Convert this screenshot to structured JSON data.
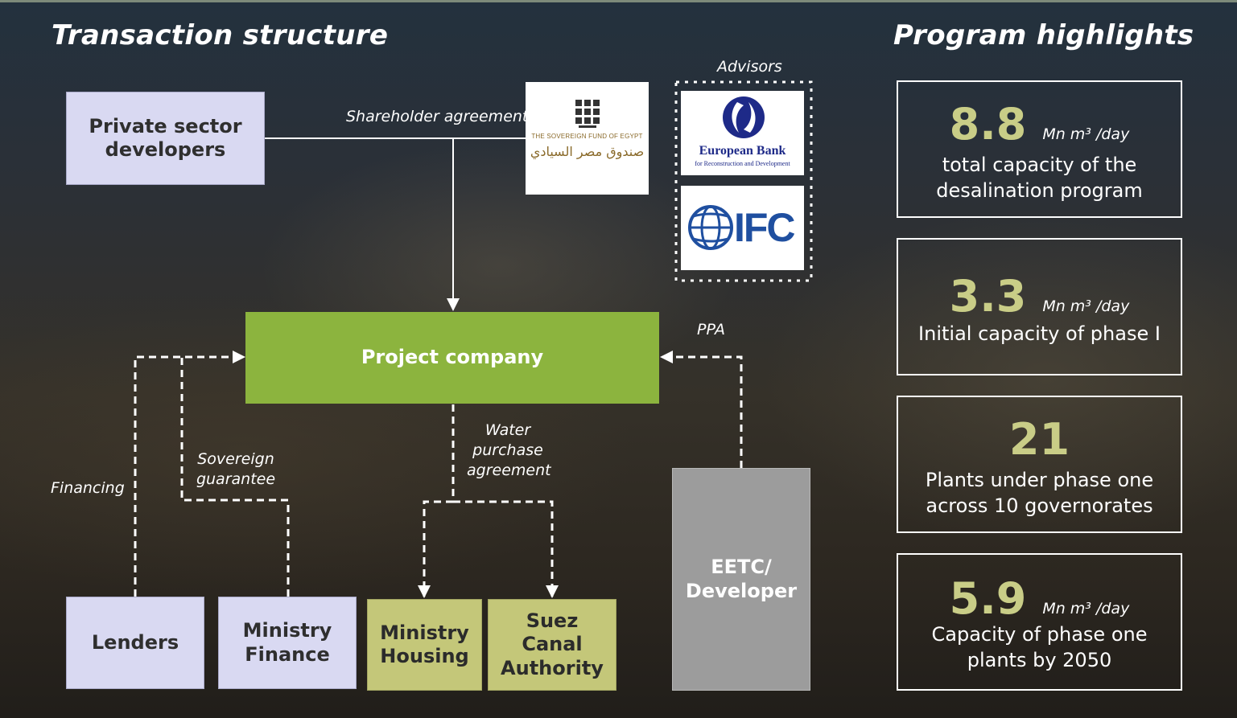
{
  "headings": {
    "transaction": "Transaction structure",
    "program": "Program highlights"
  },
  "boxes": {
    "private_sector": "Private sector developers",
    "project_company": "Project company",
    "lenders": "Lenders",
    "ministry_finance": "Ministry Finance",
    "ministry_housing": "Ministry Housing",
    "suez": "Suez Canal Authority",
    "eetc": "EETC/ Developer"
  },
  "labels": {
    "shareholder": "Shareholder agreement",
    "advisors": "Advisors",
    "ppa": "PPA",
    "financing": "Financing",
    "sovereign": "Sovereign guarantee",
    "water": "Water purchase agreement"
  },
  "logos": {
    "sovereign_fund": "THE SOVEREIGN FUND OF EGYPT",
    "sovereign_fund_arabic": "صندوق مصر السيادي",
    "ebrd_name": "European Bank",
    "ebrd_sub": "for Reconstruction and Development",
    "ifc": "IFC"
  },
  "highlights": [
    {
      "value": "8.8",
      "unit": "Mn m³ /day",
      "desc": "total capacity of the desalination program"
    },
    {
      "value": "3.3",
      "unit": "Mn m³ /day",
      "desc": "Initial capacity of phase I"
    },
    {
      "value": "21",
      "unit": "",
      "desc": "Plants under phase one across 10 governorates"
    },
    {
      "value": "5.9",
      "unit": "Mn m³ /day",
      "desc": "Capacity of phase one plants by 2050"
    }
  ],
  "colors": {
    "lavender": "#d9d9f2",
    "project_green": "#8cb43e",
    "olive": "#c4c779",
    "grey": "#9c9c9c",
    "highlight_number": "#c9cd87"
  }
}
